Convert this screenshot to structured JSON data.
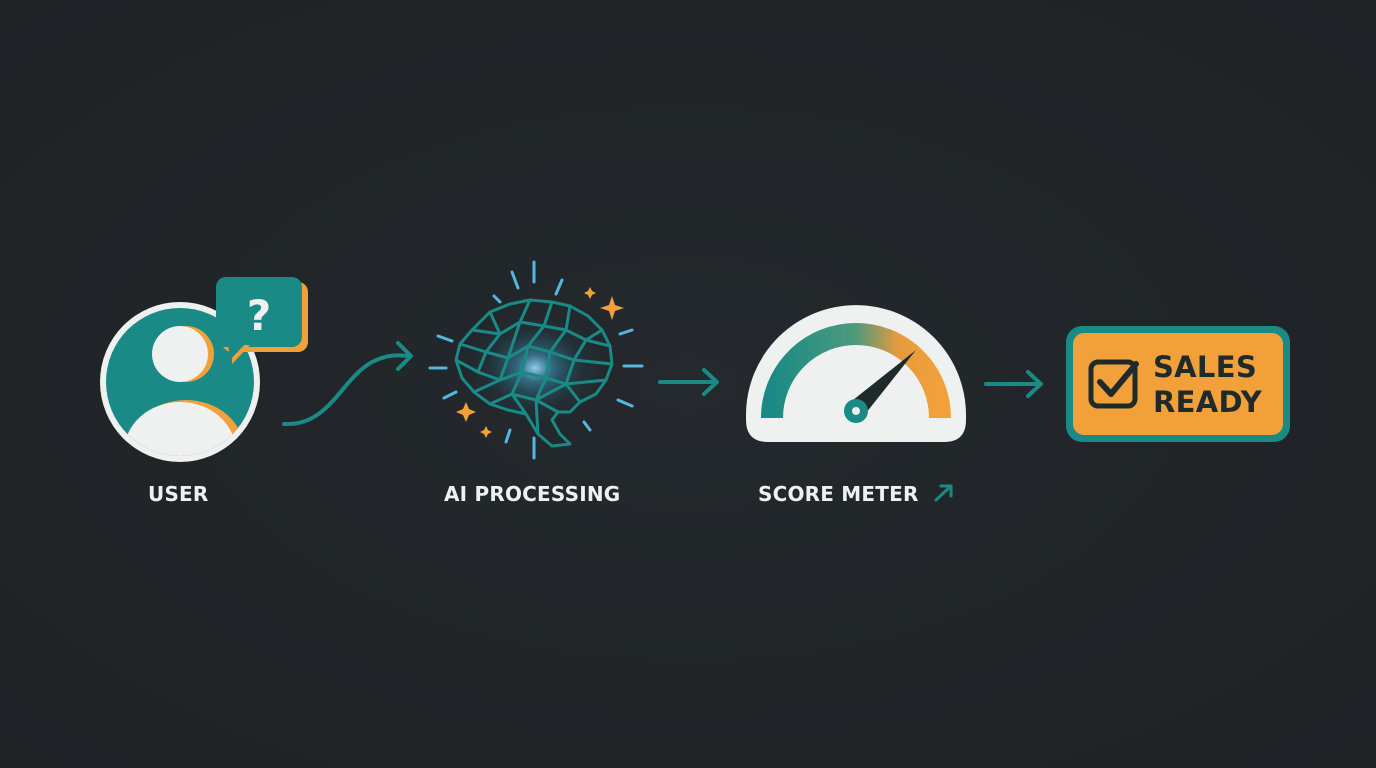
{
  "steps": [
    {
      "id": "user",
      "label": "USER",
      "icon": "user-avatar-icon"
    },
    {
      "id": "ai",
      "label": "AI PROCESSING",
      "icon": "brain-network-icon"
    },
    {
      "id": "score",
      "label": "SCORE METER",
      "icon": "gauge-icon"
    },
    {
      "id": "result",
      "label": "SALES READY",
      "icon": "checkbox-check-icon"
    }
  ],
  "user": {
    "bubble_text": "?"
  },
  "result": {
    "line1": "SALES",
    "line2": "READY"
  },
  "gauge": {
    "level": 0.8
  },
  "colors": {
    "background": "#212529",
    "teal": "#1a8a86",
    "dark_teal": "#15605d",
    "orange": "#f2a13a",
    "light": "#eef1f0",
    "spark_blue": "#55b6e0"
  }
}
